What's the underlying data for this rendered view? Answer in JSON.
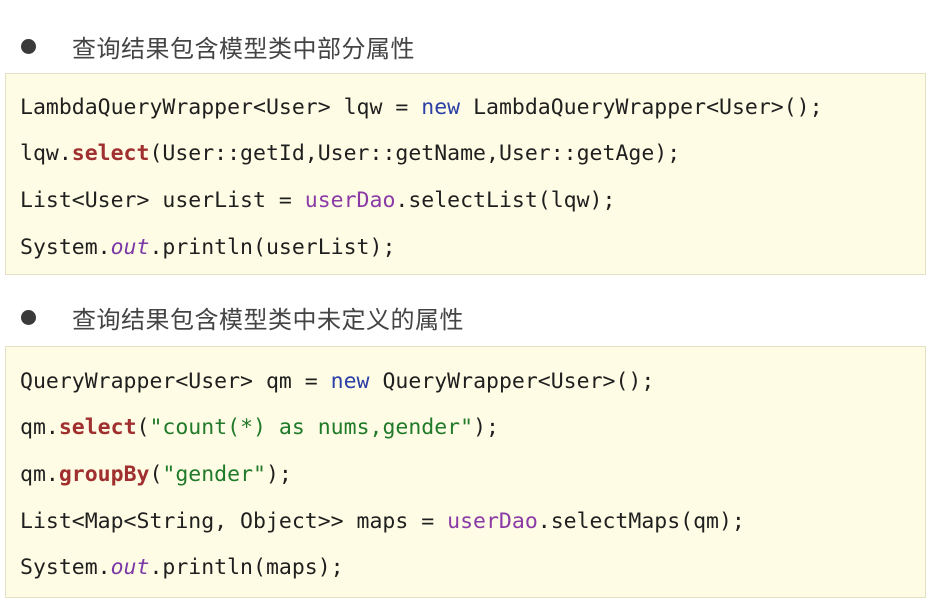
{
  "section1": {
    "heading": "查询结果包含模型类中部分属性",
    "code": {
      "line1": {
        "a": "LambdaQueryWrapper<User> lqw = ",
        "b": "new",
        "c": " LambdaQueryWrapper<User>();"
      },
      "line2": {
        "a": "lqw.",
        "b": "select",
        "c": "(User::getId,User::getName,User::getAge);"
      },
      "line3": {
        "a": "List<User> userList = ",
        "b": "userDao",
        "c": ".selectList(lqw);"
      },
      "line4": {
        "a": "System.",
        "b": "out",
        "c": ".println(userList);"
      }
    }
  },
  "section2": {
    "heading": "查询结果包含模型类中未定义的属性",
    "code": {
      "line1": {
        "a": "QueryWrapper<User> qm = ",
        "b": "new",
        "c": " QueryWrapper<User>();"
      },
      "line2": {
        "a": "qm.",
        "b": "select",
        "c": "(",
        "d": "\"count(*) as nums,gender\"",
        "e": ");"
      },
      "line3": {
        "a": "qm.",
        "b": "groupBy",
        "c": "(",
        "d": "\"gender\"",
        "e": ");"
      },
      "line4": {
        "a": "List<Map<String, Object>> maps = ",
        "b": "userDao",
        "c": ".selectMaps(qm);"
      },
      "line5": {
        "a": "System.",
        "b": "out",
        "c": ".println(maps);"
      }
    }
  },
  "colors": {
    "code_background": "#fefce4",
    "keyword": "#2b3fa6",
    "method": "#a02f2f",
    "field": "#8b3aa6",
    "string": "#207a2a"
  }
}
